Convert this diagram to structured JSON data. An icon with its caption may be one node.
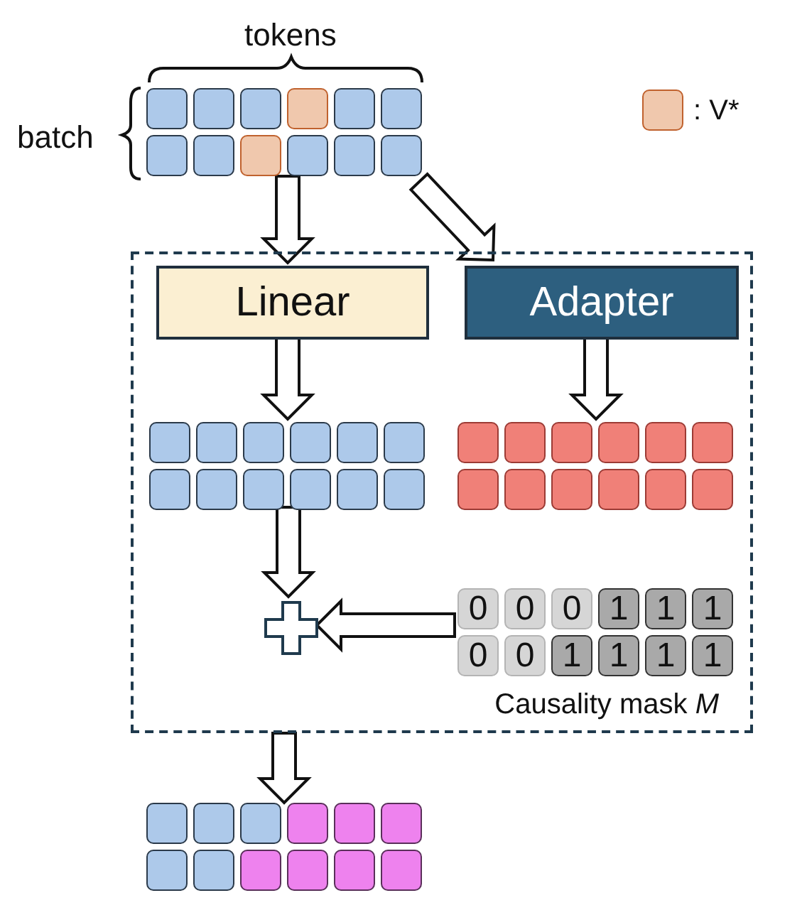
{
  "diagram": {
    "nodes": [
      {
        "text": [],
        "shape": "box"
      },
      {
        "text": [],
        "shape": "box"
      },
      {
        "text": [
          "Linear"
        ],
        "in": 0
      },
      {
        "text": [
          "Adapter"
        ],
        "in": 0
      },
      {
        "text": [],
        "shape": "box",
        "in": 0
      },
      {
        "text": [],
        "shape": "box",
        "in": 0
      },
      {
        "text": [],
        "shape": "plus",
        "in": 0
      },
      {
        "text": [
          "0",
          "0",
          "0",
          "1",
          "1",
          "1",
          "0",
          "0",
          "1",
          "1",
          "1",
          "1"
        ],
        "beside": [
          "Causality mask *M*"
        ],
        "in": 0
      },
      {
        "text": [],
        "shape": "box"
      }
    ],
    "edges": [
      {
        "from": 1,
        "to": 2,
        "arrow": "to"
      },
      {
        "from": 1,
        "to": 3,
        "arrow": "to"
      },
      {
        "from": 2,
        "to": 4,
        "arrow": "to"
      },
      {
        "from": 3,
        "to": 5,
        "arrow": "to"
      },
      {
        "from": 4,
        "to": 6,
        "arrow": "to"
      },
      {
        "from": 7,
        "to": 6,
        "arrow": "to"
      },
      {
        "from": 0,
        "to": 8,
        "arrow": "to"
      }
    ],
    "labels": [
      "tokens",
      "batch"
    ],
    "legend": [
      {
        "text": ": V*",
        "color": "#f0c8ad"
      }
    ]
  }
}
